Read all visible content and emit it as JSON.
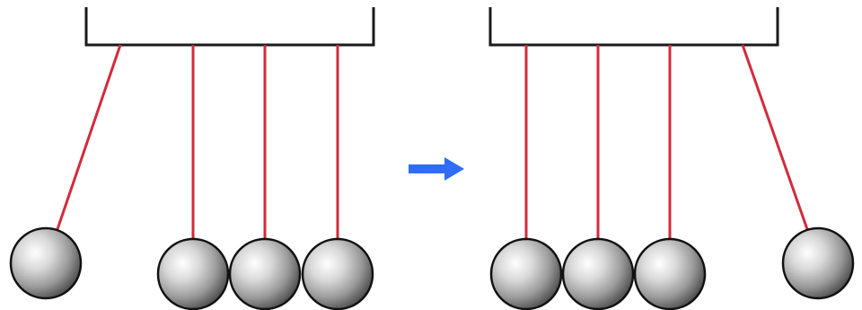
{
  "scene": {
    "title": "",
    "frames": [
      {
        "id": "before",
        "description_label": "",
        "pendulums": [
          {
            "position": "left",
            "state": "raised"
          },
          {
            "position": "second",
            "state": "rest"
          },
          {
            "position": "third",
            "state": "rest"
          },
          {
            "position": "fourth",
            "state": "rest"
          }
        ]
      },
      {
        "id": "after",
        "description_label": "",
        "pendulums": [
          {
            "position": "first",
            "state": "rest"
          },
          {
            "position": "second",
            "state": "rest"
          },
          {
            "position": "third",
            "state": "rest"
          },
          {
            "position": "right",
            "state": "raised"
          }
        ]
      }
    ],
    "arrow": {
      "direction": "right",
      "color": "#2f6df6"
    },
    "colors": {
      "frame": "#1a1a1a",
      "string": "#d22b3b",
      "ball_highlight": "#ffffff",
      "ball_mid": "#b8b8b8",
      "ball_shadow": "#4d4d4d",
      "ball_outline": "#111111"
    }
  }
}
